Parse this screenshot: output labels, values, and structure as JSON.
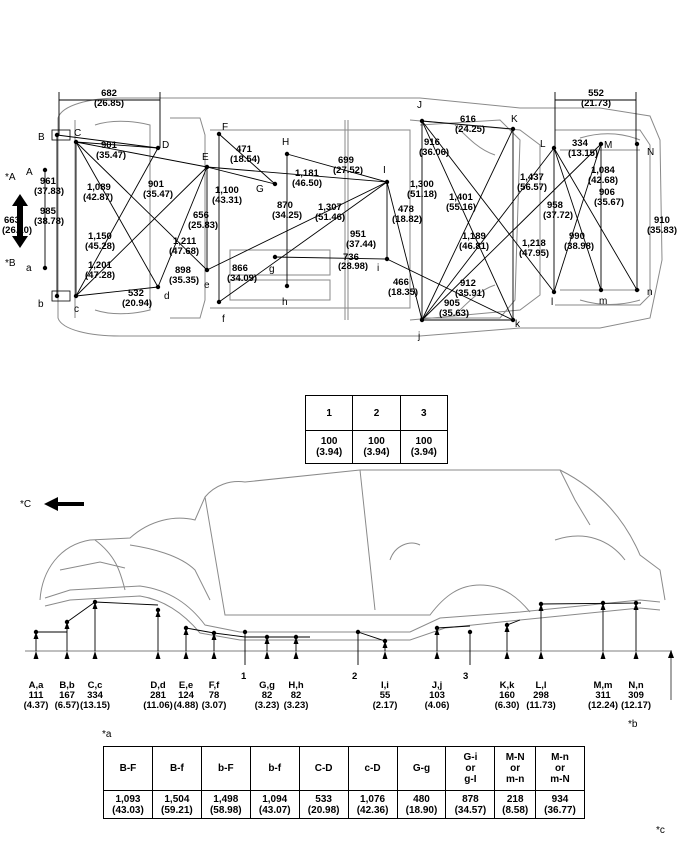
{
  "top_view": {
    "side_labels": {
      "A_upper": "*A",
      "A_lower": "*B",
      "A_point": "A",
      "a_point": "a"
    },
    "points": [
      "B",
      "C",
      "D",
      "E",
      "F",
      "G",
      "H",
      "I",
      "J",
      "K",
      "L",
      "M",
      "N",
      "b",
      "c",
      "d",
      "e",
      "f",
      "g",
      "h",
      "i",
      "j",
      "k",
      "l",
      "m",
      "n"
    ],
    "dimensions": [
      {
        "id": "d682",
        "v": "682",
        "i": "(26.85)"
      },
      {
        "id": "d552",
        "v": "552",
        "i": "(21.73)"
      },
      {
        "id": "d961",
        "v": "961",
        "i": "(37.83)"
      },
      {
        "id": "d663",
        "v": "663",
        "i": "(26.10)"
      },
      {
        "id": "d901a",
        "v": "901",
        "i": "(35.47)"
      },
      {
        "id": "d901b",
        "v": "901",
        "i": "(35.47)"
      },
      {
        "id": "d1089",
        "v": "1,089",
        "i": "(42.87)"
      },
      {
        "id": "d985",
        "v": "985",
        "i": "(38.78)"
      },
      {
        "id": "d1150",
        "v": "1,150",
        "i": "(45.28)"
      },
      {
        "id": "d1201",
        "v": "1,201",
        "i": "(47.28)"
      },
      {
        "id": "d532",
        "v": "532",
        "i": "(20.94)"
      },
      {
        "id": "d471",
        "v": "471",
        "i": "(18.54)"
      },
      {
        "id": "d1100",
        "v": "1,100",
        "i": "(43.31)"
      },
      {
        "id": "d656",
        "v": "656",
        "i": "(25.83)"
      },
      {
        "id": "d1211",
        "v": "1,211",
        "i": "(47.68)"
      },
      {
        "id": "d898",
        "v": "898",
        "i": "(35.35)"
      },
      {
        "id": "d866",
        "v": "866",
        "i": "(34.09)"
      },
      {
        "id": "d870",
        "v": "870",
        "i": "(34.25)"
      },
      {
        "id": "d699",
        "v": "699",
        "i": "(27.52)"
      },
      {
        "id": "d1181",
        "v": "1,181",
        "i": "(46.50)"
      },
      {
        "id": "d1307",
        "v": "1,307",
        "i": "(51.46)"
      },
      {
        "id": "d951",
        "v": "951",
        "i": "(37.44)"
      },
      {
        "id": "d736",
        "v": "736",
        "i": "(28.98)"
      },
      {
        "id": "d478",
        "v": "478",
        "i": "(18.82)"
      },
      {
        "id": "d466",
        "v": "466",
        "i": "(18.35)"
      },
      {
        "id": "d916",
        "v": "916",
        "i": "(36.06)"
      },
      {
        "id": "d616",
        "v": "616",
        "i": "(24.25)"
      },
      {
        "id": "d1300",
        "v": "1,300",
        "i": "(51.18)"
      },
      {
        "id": "d1401",
        "v": "1,401",
        "i": "(55.16)"
      },
      {
        "id": "d1189",
        "v": "1,189",
        "i": "(46.81)"
      },
      {
        "id": "d1218",
        "v": "1,218",
        "i": "(47.95)"
      },
      {
        "id": "d912",
        "v": "912",
        "i": "(35.91)"
      },
      {
        "id": "d905",
        "v": "905",
        "i": "(35.63)"
      },
      {
        "id": "d1437",
        "v": "1,437",
        "i": "(56.57)"
      },
      {
        "id": "d958",
        "v": "958",
        "i": "(37.72)"
      },
      {
        "id": "d334",
        "v": "334",
        "i": "(13.15)"
      },
      {
        "id": "d1084",
        "v": "1,084",
        "i": "(42.68)"
      },
      {
        "id": "d906",
        "v": "906",
        "i": "(35.67)"
      },
      {
        "id": "d990",
        "v": "990",
        "i": "(38.98)"
      },
      {
        "id": "d910",
        "v": "910",
        "i": "(35.83)"
      }
    ]
  },
  "small_table": {
    "headers": [
      "1",
      "2",
      "3"
    ],
    "values": [
      "100",
      "100",
      "100"
    ],
    "inches": [
      "(3.94)",
      "(3.94)",
      "(3.94)"
    ]
  },
  "side_view": {
    "front_label": "*C",
    "section_marks": [
      "1",
      "2",
      "3"
    ],
    "heights": [
      {
        "id": "Aa",
        "name": "A,a",
        "v": "111",
        "i": "(4.37)"
      },
      {
        "id": "Bb",
        "name": "B,b",
        "v": "167",
        "i": "(6.57)"
      },
      {
        "id": "Cc",
        "name": "C,c",
        "v": "334",
        "i": "(13.15)"
      },
      {
        "id": "Dd",
        "name": "D,d",
        "v": "281",
        "i": "(11.06)"
      },
      {
        "id": "Ee",
        "name": "E,e",
        "v": "124",
        "i": "(4.88)"
      },
      {
        "id": "Ff",
        "name": "F,f",
        "v": "78",
        "i": "(3.07)"
      },
      {
        "id": "Gg",
        "name": "G,g",
        "v": "82",
        "i": "(3.23)"
      },
      {
        "id": "Hh",
        "name": "H,h",
        "v": "82",
        "i": "(3.23)"
      },
      {
        "id": "Ii",
        "name": "I,i",
        "v": "55",
        "i": "(2.17)"
      },
      {
        "id": "Jj",
        "name": "J,j",
        "v": "103",
        "i": "(4.06)"
      },
      {
        "id": "Kk",
        "name": "K,k",
        "v": "160",
        "i": "(6.30)"
      },
      {
        "id": "Ll",
        "name": "L,l",
        "v": "298",
        "i": "(11.73)"
      },
      {
        "id": "Mm",
        "name": "M,m",
        "v": "311",
        "i": "(12.24)"
      },
      {
        "id": "Nn",
        "name": "N,n",
        "v": "309",
        "i": "(12.17)"
      }
    ],
    "baseline_label": "*b"
  },
  "bottom_table": {
    "caption": "*a",
    "headers": [
      "B-F",
      "B-f",
      "b-F",
      "b-f",
      "C-D",
      "c-D",
      "G-g",
      "G-i or g-I",
      "M-N or m-n",
      "M-n or m-N"
    ],
    "header_lines": [
      [
        "B-F"
      ],
      [
        "B-f"
      ],
      [
        "b-F"
      ],
      [
        "b-f"
      ],
      [
        "C-D"
      ],
      [
        "c-D"
      ],
      [
        "G-g"
      ],
      [
        "G-i",
        "or",
        "g-I"
      ],
      [
        "M-N",
        "or",
        "m-n"
      ],
      [
        "M-n",
        "or",
        "m-N"
      ]
    ],
    "values": [
      "1,093",
      "1,504",
      "1,498",
      "1,094",
      "533",
      "1,076",
      "480",
      "878",
      "218",
      "934"
    ],
    "inches": [
      "(43.03)",
      "(59.21)",
      "(58.98)",
      "(43.07)",
      "(20.98)",
      "(42.36)",
      "(18.90)",
      "(34.57)",
      "(8.58)",
      "(36.77)"
    ]
  },
  "footnote": "*c"
}
